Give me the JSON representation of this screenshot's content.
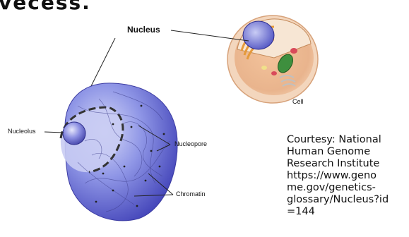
{
  "header_fragment": "vecess.",
  "labels": {
    "nucleus": "Nucleus",
    "cell": "Cell",
    "nucleolus": "Nucleolus",
    "nucleopore": "Nucleopore",
    "chromatin": "Chromatin"
  },
  "credit": {
    "lines": [
      "Courtesy: National",
      "Human Genome",
      "Research Institute",
      "https://www.geno",
      "me.gov/genetics-",
      "glossary/Nucleus?id",
      "=144"
    ]
  },
  "colors": {
    "nucleus_fill": "#6a72d8",
    "nucleus_light": "#b8bdf2",
    "cell_membrane": "#f1c9a2",
    "cell_inner": "#e8b088",
    "mito_green": "#3e8f3e",
    "er_orange": "#e59a3a"
  }
}
